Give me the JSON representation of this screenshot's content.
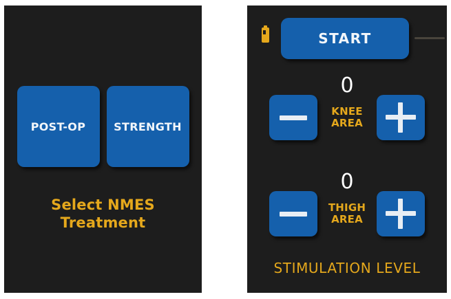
{
  "colors": {
    "panel_bg": "#1d1d1d",
    "button_blue": "#1560ac",
    "amber_text": "#e5a81c",
    "white_text": "#ffffff",
    "page_bg": "#ffffff"
  },
  "left_panel": {
    "name": "NMES treatment selection panel",
    "buttons": [
      {
        "label": "POST-OP",
        "name": "post-op"
      },
      {
        "label": "STRENGTH",
        "name": "strength"
      }
    ],
    "caption_line1": "Select NMES",
    "caption_line2": "Treatment"
  },
  "right_panel": {
    "name": "Stimulation level control panel",
    "battery_icon": "battery-icon",
    "start_button_label": "START",
    "levels": [
      {
        "value": "0",
        "area_line1": "KNEE",
        "area_line2": "AREA",
        "decrease_icon": "minus-icon",
        "increase_icon": "plus-icon"
      },
      {
        "value": "0",
        "area_line1": "THIGH",
        "area_line2": "AREA",
        "decrease_icon": "minus-icon",
        "increase_icon": "plus-icon"
      }
    ],
    "caption": "STIMULATION LEVEL"
  }
}
